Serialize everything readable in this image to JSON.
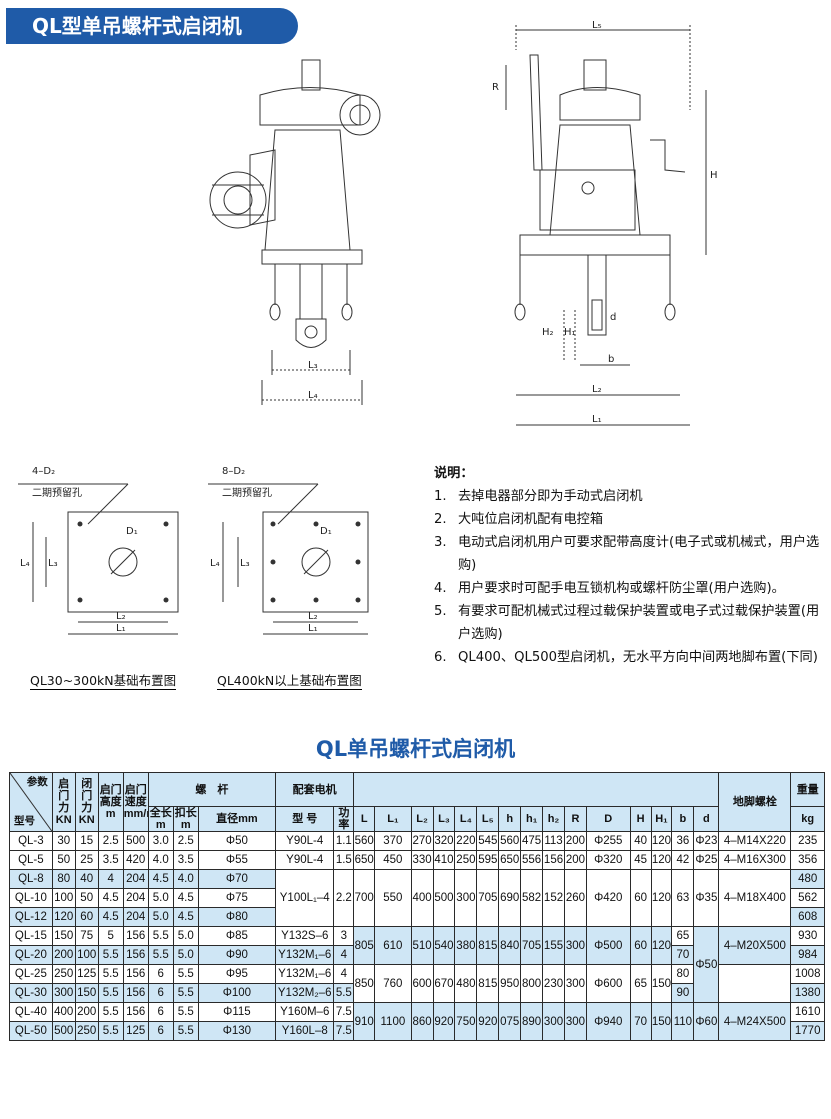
{
  "header": {
    "title": "QL型单吊螺杆式启闭机"
  },
  "front_view": {
    "labels": {
      "l3": "L₃",
      "l4": "L₄"
    }
  },
  "side_view": {
    "labels": {
      "l5": "L₅",
      "r": "R",
      "h": "H",
      "h1": "H₁",
      "h2": "H₂",
      "d": "d",
      "b": "b",
      "l2": "L₂",
      "l1": "L₁"
    }
  },
  "foundation": {
    "left": {
      "holes": "4–D₂",
      "reserve": "二期预留孔",
      "d1": "D₁",
      "l3": "L₃",
      "l4": "L₄",
      "l2": "L₂",
      "l1": "L₁",
      "caption": "QL30~300kN基础布置图"
    },
    "right": {
      "holes": "8–D₂",
      "reserve": "二期预留孔",
      "d1": "D₁",
      "l3": "L₃",
      "l4": "L₄",
      "l2": "L₂",
      "l1": "L₁",
      "caption": "QL400kN以上基础布置图"
    }
  },
  "notes": {
    "heading": "说明：",
    "items": [
      {
        "num": "1.",
        "text": "去掉电器部分即为手动式启闭机"
      },
      {
        "num": "2.",
        "text": "大吨位启闭机配有电控箱"
      },
      {
        "num": "3.",
        "text": "电动式启闭机用户可要求配带高度计(电子式或机械式，用户选购)"
      },
      {
        "num": "4.",
        "text": "用户要求时可配手电互锁机构或螺杆防尘罩(用户选购)。"
      },
      {
        "num": "5.",
        "text": "有要求可配机械式过程过载保护装置或电子式过载保护装置(用户选购)"
      },
      {
        "num": "6.",
        "text": "QL400、QL500型启闭机，无水平方向中间两地脚布置(下同)"
      }
    ]
  },
  "table": {
    "title": "QL单吊螺杆式启闭机",
    "header": {
      "param": "参数",
      "model": "型号",
      "open_force": "启门力KN",
      "close_force": "闭门力KN",
      "height": "启门高度m",
      "speed": "启门速度mm/min",
      "screw": "螺　杆",
      "full_len": "全长m",
      "clip_len": "扣长m",
      "diameter": "直径mm",
      "motor": "配套电机",
      "motor_model": "型 号",
      "power": "功率",
      "L": "L",
      "L1": "L₁",
      "L2": "L₂",
      "L3": "L₃",
      "L4": "L₄",
      "L5": "L₅",
      "h": "h",
      "h1": "h₁",
      "h2": "h₂",
      "R": "R",
      "D": "D",
      "H": "H",
      "H1": "H₁",
      "b": "b",
      "d": "d",
      "anchor": "地脚螺栓",
      "weight": "重量",
      "weight_unit": "kg"
    },
    "rows": [
      {
        "model": "QL-3",
        "open": "30",
        "close": "15",
        "height": "2.5",
        "speed": "500",
        "full": "3.0",
        "clip": "2.5",
        "dia": "Φ50",
        "motor": "Y90L-4",
        "power": "1.1",
        "L": "560",
        "L1": "370",
        "L2": "270",
        "L3": "320",
        "L4": "220",
        "L5": "545",
        "h": "560",
        "h1": "475",
        "h2": "113",
        "R": "200",
        "D": "Φ255",
        "H": "40",
        "H1": "120",
        "b": "36",
        "d": "Φ23",
        "anchor": "4–M14X220",
        "weight": "235"
      },
      {
        "model": "QL-5",
        "open": "50",
        "close": "25",
        "height": "3.5",
        "speed": "420",
        "full": "4.0",
        "clip": "3.5",
        "dia": "Φ55",
        "motor": "Y90L-4",
        "power": "1.5",
        "L": "650",
        "L1": "450",
        "L2": "330",
        "L3": "410",
        "L4": "250",
        "L5": "595",
        "h": "650",
        "h1": "556",
        "h2": "156",
        "R": "200",
        "D": "Φ320",
        "H": "45",
        "H1": "120",
        "b": "42",
        "d": "Φ25",
        "anchor": "4–M16X300",
        "weight": "356"
      },
      {
        "model": "QL-8",
        "open": "80",
        "close": "40",
        "height": "4",
        "speed": "204",
        "full": "4.5",
        "clip": "4.0",
        "dia": "Φ70",
        "weight": "480"
      },
      {
        "model": "QL-10",
        "open": "100",
        "close": "50",
        "height": "4.5",
        "speed": "204",
        "full": "5.0",
        "clip": "4.5",
        "dia": "Φ75",
        "weight": "562"
      },
      {
        "model": "QL-12",
        "open": "120",
        "close": "60",
        "height": "4.5",
        "speed": "204",
        "full": "5.0",
        "clip": "4.5",
        "dia": "Φ80",
        "weight": "608"
      },
      {
        "model": "QL-15",
        "open": "150",
        "close": "75",
        "height": "5",
        "speed": "156",
        "full": "5.5",
        "clip": "5.0",
        "dia": "Φ85",
        "motor": "Y132S–6",
        "power": "3",
        "b": "65",
        "weight": "930"
      },
      {
        "model": "QL-20",
        "open": "200",
        "close": "100",
        "height": "5.5",
        "speed": "156",
        "full": "5.5",
        "clip": "5.0",
        "dia": "Φ90",
        "motor": "Y132M₁–6",
        "power": "4",
        "b": "70",
        "weight": "984"
      },
      {
        "model": "QL-25",
        "open": "250",
        "close": "125",
        "height": "5.5",
        "speed": "156",
        "full": "6",
        "clip": "5.5",
        "dia": "Φ95",
        "motor": "Y132M₁–6",
        "power": "4",
        "b": "80",
        "weight": "1008"
      },
      {
        "model": "QL-30",
        "open": "300",
        "close": "150",
        "height": "5.5",
        "speed": "156",
        "full": "6",
        "clip": "5.5",
        "dia": "Φ100",
        "motor": "Y132M₂–6",
        "power": "5.5",
        "b": "90",
        "weight": "1380"
      },
      {
        "model": "QL-40",
        "open": "400",
        "close": "200",
        "height": "5.5",
        "speed": "156",
        "full": "6",
        "clip": "5.5",
        "dia": "Φ115",
        "motor": "Y160M–6",
        "power": "7.5",
        "weight": "1610"
      },
      {
        "model": "QL-50",
        "open": "500",
        "close": "250",
        "height": "5.5",
        "speed": "125",
        "full": "6",
        "clip": "5.5",
        "dia": "Φ130",
        "motor": "Y160L–8",
        "power": "7.5",
        "weight": "1770"
      }
    ],
    "merged": {
      "g1": {
        "motor": "Y100L₁–4",
        "power": "2.2",
        "L": "700",
        "L1": "550",
        "L2": "400",
        "L3": "500",
        "L4": "300",
        "L5": "705",
        "h": "690",
        "h1": "582",
        "h2": "152",
        "R": "260",
        "D": "Φ420",
        "H": "60",
        "H1": "120",
        "b": "63",
        "d": "Φ35",
        "anchor": "4–M18X400"
      },
      "g2": {
        "L": "805",
        "L1": "610",
        "L2": "510",
        "L3": "540",
        "L4": "380",
        "L5": "815",
        "h": "840",
        "h1": "705",
        "h2": "155",
        "R": "300",
        "D": "Φ500",
        "H": "60",
        "H1": "120",
        "d": "Φ50",
        "anchor": "4–M20X500"
      },
      "g3": {
        "L": "850",
        "L1": "760",
        "L2": "600",
        "L3": "670",
        "L4": "480",
        "L5": "815",
        "h": "950",
        "h1": "800",
        "h2": "230",
        "R": "300",
        "D": "Φ600",
        "H": "65",
        "H1": "150"
      },
      "g4": {
        "L": "910",
        "L1": "1100",
        "L2": "860",
        "L3": "920",
        "L4": "750",
        "L5": "920",
        "h": "075",
        "h1": "890",
        "h2": "300",
        "R": "300",
        "D": "Φ940",
        "H": "70",
        "H1": "150",
        "b": "110",
        "d": "Φ60",
        "anchor": "4–M24X500"
      }
    }
  }
}
